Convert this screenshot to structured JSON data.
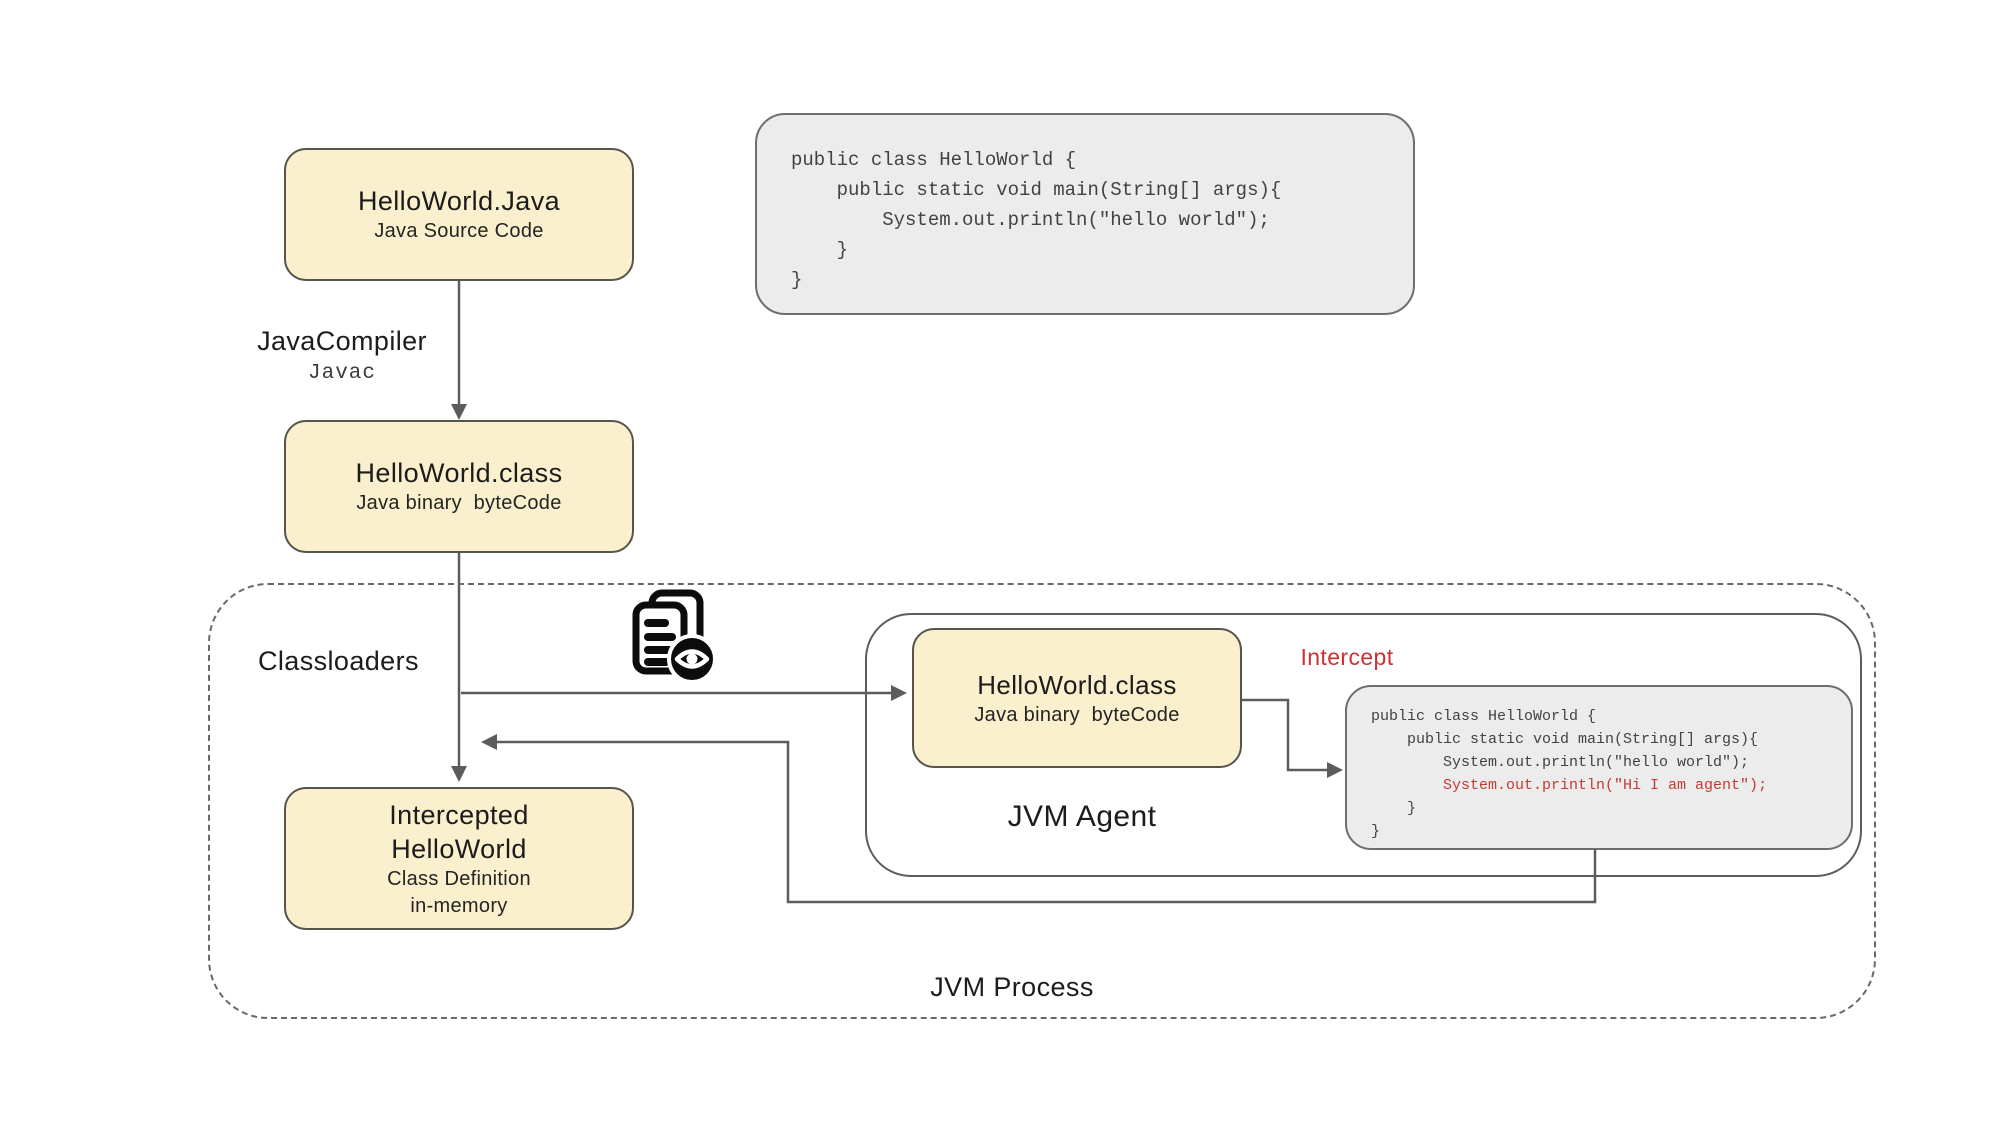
{
  "diagram": {
    "source_box": {
      "title": "HelloWorld.Java",
      "subtitle": "Java Source Code"
    },
    "compiler": {
      "title": "JavaCompiler",
      "subtitle": "Javac"
    },
    "class_box": {
      "title": "HelloWorld.class",
      "subtitle": "Java binary  byteCode"
    },
    "source_code": {
      "lines": [
        {
          "text": "public class HelloWorld {"
        },
        {
          "text": "    public static void main(String[] args){"
        },
        {
          "text": "        System.out.println(\"hello world\");"
        },
        {
          "text": "    }"
        },
        {
          "text": "}"
        }
      ]
    },
    "jvm_process": {
      "label": "JVM Process",
      "classloaders_label": "Classloaders",
      "classloader_icon": "documents-eye-icon",
      "intercepted_box": {
        "title_line1": "Intercepted",
        "title_line2": "HelloWorld",
        "subtitle_line1": "Class Definition",
        "subtitle_line2": "in-memory"
      },
      "jvm_agent": {
        "label": "JVM Agent",
        "class_box": {
          "title": "HelloWorld.class",
          "subtitle": "Java binary  byteCode"
        },
        "intercept_label": "Intercept",
        "agent_code": {
          "lines": [
            {
              "text": "public class HelloWorld {"
            },
            {
              "text": "    public static void main(String[] args){"
            },
            {
              "text": "        System.out.println(\"hello world\");"
            },
            {
              "text": "        System.out.println(\"Hi I am agent\");",
              "highlight": true
            },
            {
              "text": "    }"
            },
            {
              "text": "}"
            }
          ]
        }
      }
    },
    "colors": {
      "node_fill": "#faf0cd",
      "node_border": "#57544c",
      "code_fill": "#ececec",
      "accent_red": "#cd3131",
      "line_gray": "#5c5c5c"
    }
  }
}
